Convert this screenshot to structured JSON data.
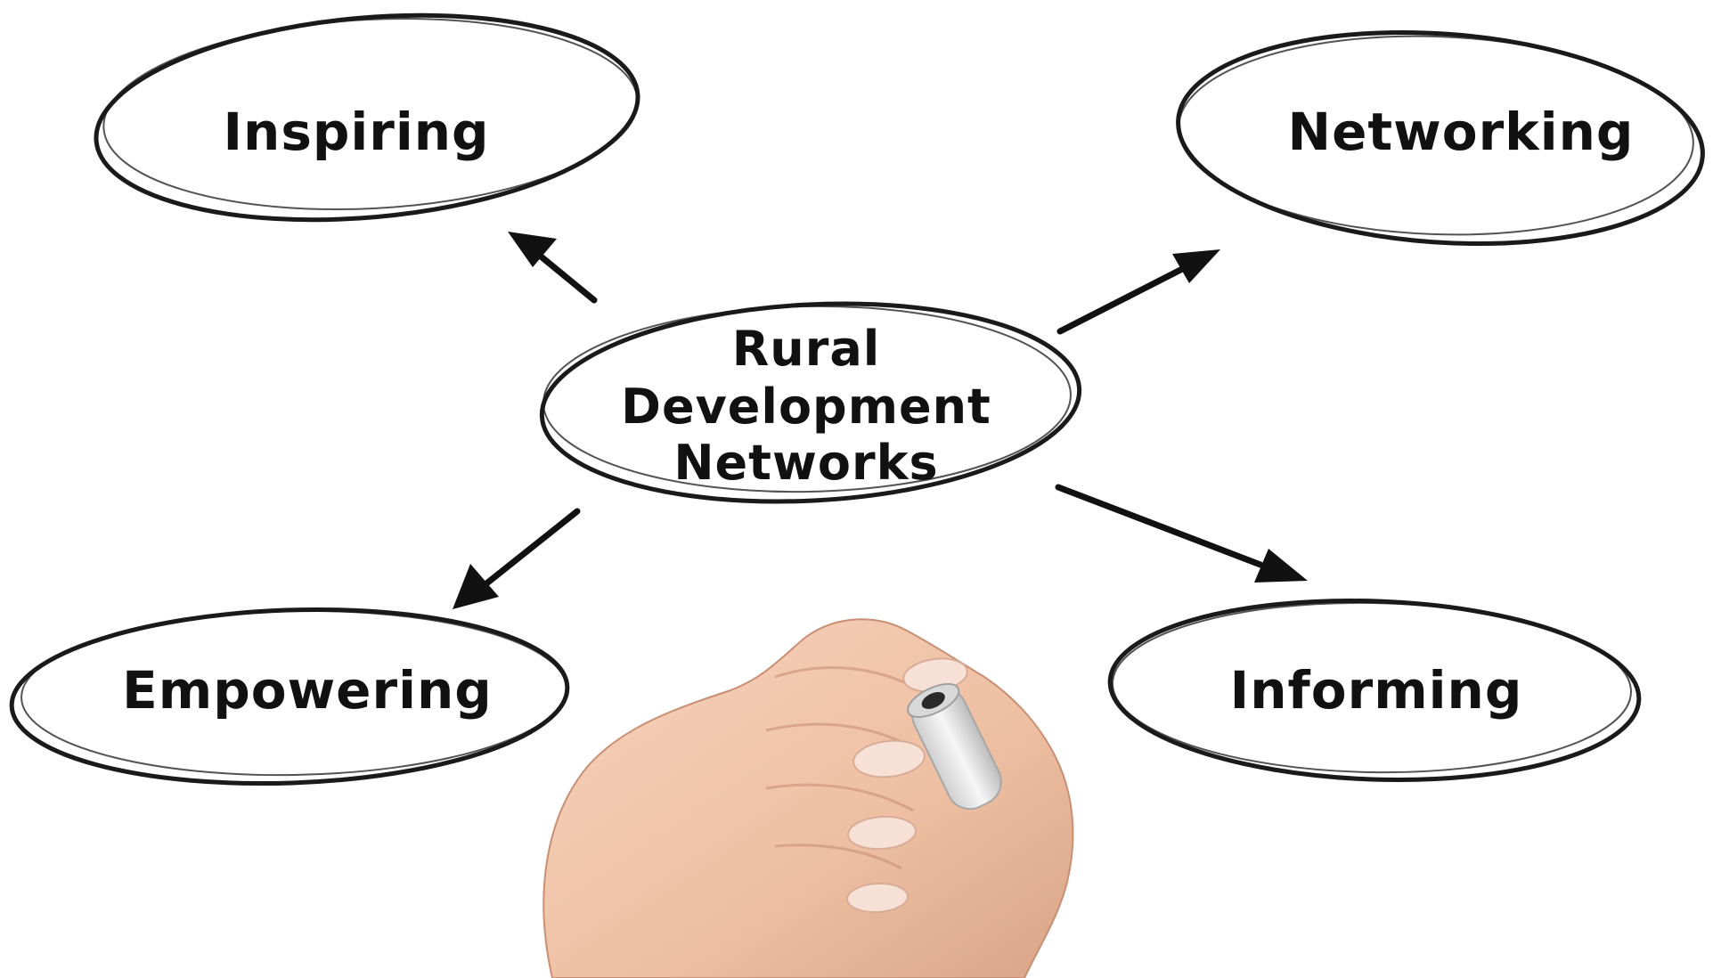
{
  "diagram": {
    "center": {
      "lines": [
        "Rural",
        "Development",
        "Networks"
      ]
    },
    "nodes": [
      {
        "id": "inspiring",
        "label": "Inspiring"
      },
      {
        "id": "networking",
        "label": "Networking"
      },
      {
        "id": "empowering",
        "label": "Empowering"
      },
      {
        "id": "informing",
        "label": "Informing"
      }
    ],
    "edges": [
      {
        "from": "center",
        "to": "inspiring"
      },
      {
        "from": "center",
        "to": "networking"
      },
      {
        "from": "center",
        "to": "empowering"
      },
      {
        "from": "center",
        "to": "informing"
      }
    ]
  },
  "illustration": {
    "icon": "hand-holding-marker-icon",
    "colors": {
      "skin": "#f2c9b0",
      "skin_shadow": "#d9a488",
      "nail": "#f7e1d6",
      "marker_body": "#e9e9e9",
      "marker_tip": "#2a2a2a"
    }
  },
  "colors": {
    "ink": "#111111",
    "background": "#ffffff"
  }
}
